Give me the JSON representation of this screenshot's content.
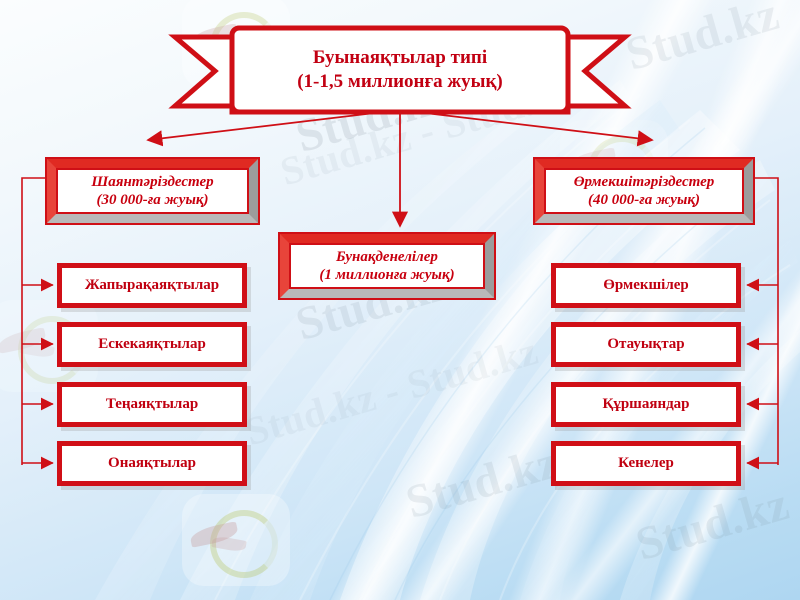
{
  "meta": {
    "language": "Kazakh",
    "topic": "Arthropods classification chart",
    "accent_red": "#cf0f16",
    "text_red": "#c20012",
    "background": "#aed6f1"
  },
  "watermark": {
    "text": "Stud.kz",
    "text_long": "Stud.kz - Stud.kz",
    "logo_name": "stud-kz-bird-logo"
  },
  "title": {
    "line1": "Буынаяқтылар типі",
    "line2": "(1-1,5 миллионға жуық)"
  },
  "branches": [
    {
      "id": "crustaceans",
      "line1": "Шаянтәріздестер",
      "line2": "(30 000-ға жуық)",
      "children": [
        {
          "label": "Жапырақаяқтылар"
        },
        {
          "label": "Ескекаяқтылар"
        },
        {
          "label": "Теңаяқтылар"
        },
        {
          "label": "Онаяқтылар"
        }
      ]
    },
    {
      "id": "insects",
      "line1": "Бунақденелілер",
      "line2": "(1 миллионға жуық)",
      "children": []
    },
    {
      "id": "arachnids",
      "line1": "Өрмекшітәріздестер",
      "line2": "(40 000-ға жуық)",
      "children": [
        {
          "label": "Өрмекшілер"
        },
        {
          "label": "Отауықтар"
        },
        {
          "label": "Құршаяндар"
        },
        {
          "label": "Кенелер"
        }
      ]
    }
  ]
}
